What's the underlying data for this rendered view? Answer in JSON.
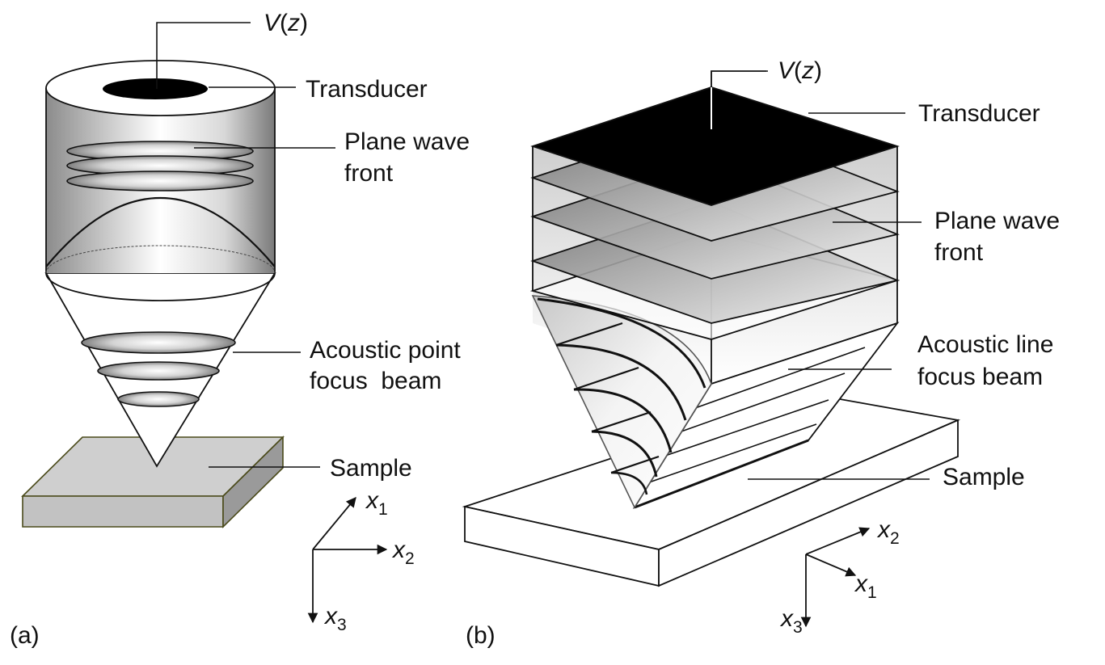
{
  "panel_a": {
    "panel_label": "(a)",
    "output_label": {
      "func": "V",
      "open": "(",
      "var": "z",
      "close": ")"
    },
    "transducer_label": "Transducer",
    "wavefront_label": [
      "Plane wave",
      "front"
    ],
    "beam_label": [
      "Acoustic point",
      "focus  beam"
    ],
    "sample_label": "Sample",
    "axes": {
      "x1": "x",
      "x1_sub": "1",
      "x2": "x",
      "x2_sub": "2",
      "x3": "x",
      "x3_sub": "3"
    }
  },
  "panel_b": {
    "panel_label": "(b)",
    "output_label": {
      "func": "V",
      "open": "(",
      "var": "z",
      "close": ")"
    },
    "transducer_label": "Transducer",
    "wavefront_label": [
      "Plane wave",
      "front"
    ],
    "beam_label": [
      "Acoustic line",
      "focus beam"
    ],
    "sample_label": "Sample",
    "axes": {
      "x1": "x",
      "x1_sub": "1",
      "x2": "x",
      "x2_sub": "2",
      "x3": "x",
      "x3_sub": "3"
    }
  },
  "colors": {
    "transducer": "#000000",
    "sample_a": "#cfcfcf",
    "sample_a_edge": "#4a4a1a",
    "line": "#111111"
  }
}
